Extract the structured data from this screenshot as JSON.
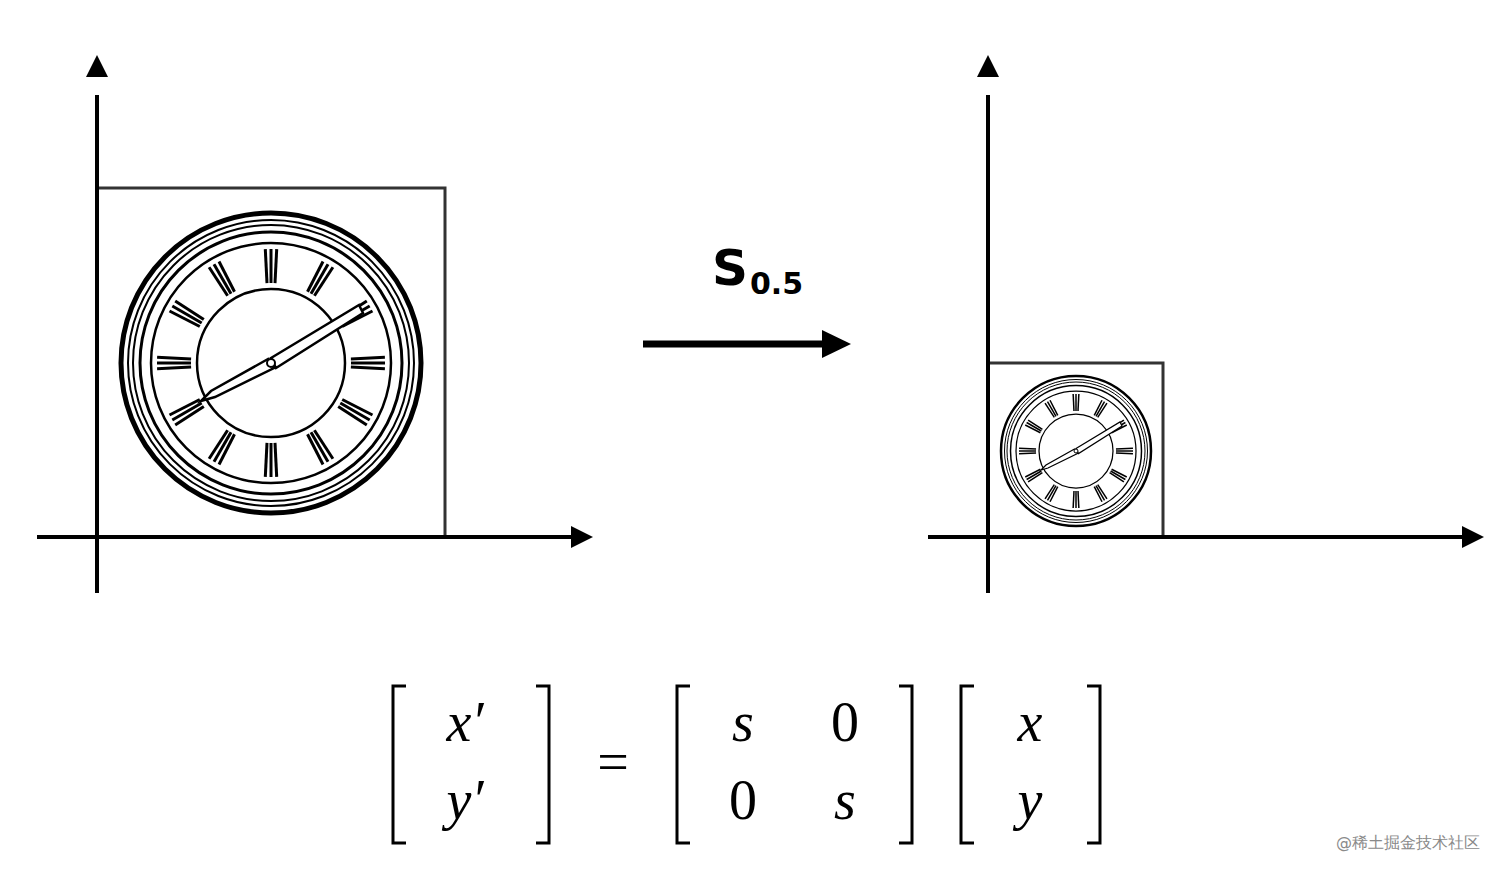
{
  "diagram": {
    "labels": [
      "S",
      "0.5",
      "x′",
      "y′",
      "=",
      "s",
      "0",
      "0",
      "s",
      "x",
      "y",
      "@稀土掘金技术社区"
    ]
  }
}
